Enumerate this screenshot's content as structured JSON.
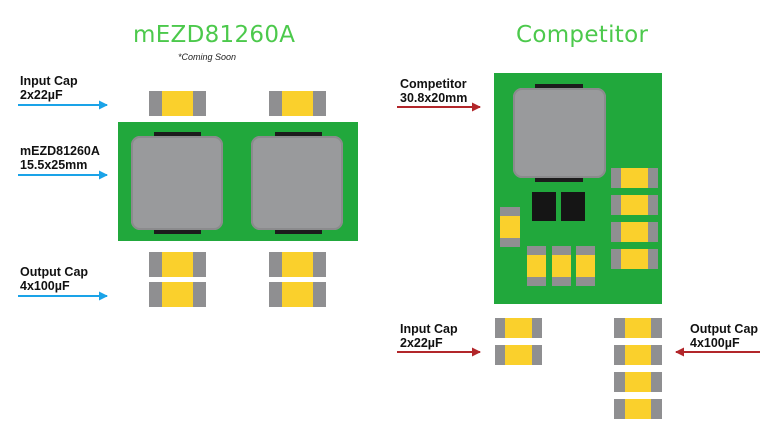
{
  "left": {
    "title": "mEZD81260A",
    "subtitle": "*Coming Soon",
    "labels": {
      "input_cap": [
        "Input Cap",
        "2x22µF"
      ],
      "module": [
        "mEZD81260A",
        "15.5x25mm"
      ],
      "output_cap": [
        "Output Cap",
        "4x100µF"
      ]
    }
  },
  "right": {
    "title": "Competitor",
    "labels": {
      "module": [
        "Competitor",
        "30.8x20mm"
      ],
      "input_cap": [
        "Input Cap",
        "2x22µF"
      ],
      "output_cap": [
        "Output Cap",
        "4x100µF"
      ]
    }
  },
  "colors": {
    "title_green": "#4cc94c",
    "board_green": "#21a83c",
    "capacitor_yellow": "#fad02c",
    "capacitor_terminal": "#8f8f91",
    "inductor_gray": "#999a9c",
    "arrow_blue": "#1aa3e8",
    "arrow_red": "#b2262a"
  }
}
